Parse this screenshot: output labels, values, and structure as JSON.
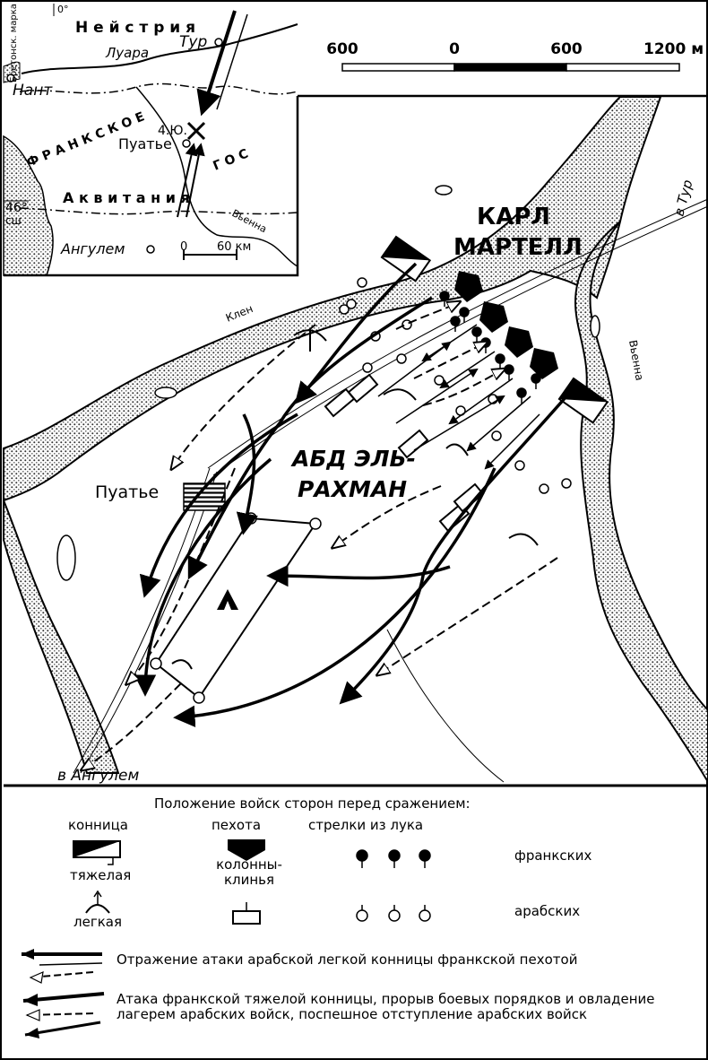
{
  "scale_bar": {
    "labels": [
      "600",
      "0",
      "600",
      "1200 м"
    ]
  },
  "inset": {
    "labels": {
      "breton_mark": "Бретонск. марка",
      "neustria": "Н е й с т р и я",
      "loire": "Луара",
      "tours": "Тур",
      "nantes": "Нант",
      "frankish_state": "Ф Р А Н К С К О Е",
      "gos": "Г О С",
      "date": "4.Ю.",
      "poitiers": "Пуатье",
      "aquitaine": "А к в и т а н и я",
      "latitude": "46°",
      "latitude_suffix": "сш",
      "angouleme": "Ангулем",
      "vienne": "Вьенна",
      "meridian": "0°",
      "scale_zero": "0",
      "scale_km": "60 км"
    }
  },
  "map": {
    "labels": {
      "karl": "КАРЛ",
      "martell": "МАРТЕЛЛ",
      "abd": "АБД ЭЛЬ-",
      "rahman": "РАХМАН",
      "poitiers": "Пуатье",
      "clain": "Клен",
      "vienne": "Вьенна",
      "to_tours": "в Тур",
      "to_angouleme": "в Ангулем"
    }
  },
  "legend": {
    "title": "Положение войск сторон перед сражением:",
    "cavalry": "конница",
    "infantry": "пехота",
    "archers": "стрелки из лука",
    "heavy": "тяжелая",
    "light": "легкая",
    "columns": "колонны-клинья",
    "frankish": "франкских",
    "arab": "арабских",
    "desc1": "Отражение атаки арабской легкой конницы франкской пехотой",
    "desc2": "Атака франкской тяжелой конницы, прорыв боевых порядков и овладение лагерем арабских войск, поспешное отступление арабских войск"
  }
}
